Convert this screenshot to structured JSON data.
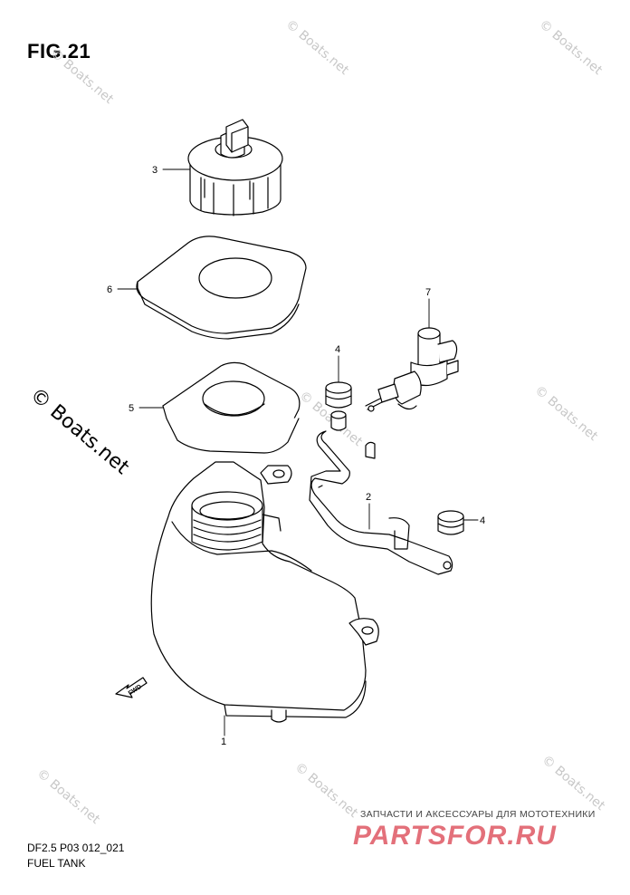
{
  "figure": {
    "title": "FIG.21",
    "code": "DF2.5 P03 012_021",
    "name": "FUEL TANK"
  },
  "parts": [
    {
      "ref": "1",
      "name": "fuel-tank"
    },
    {
      "ref": "2",
      "name": "fuel-tank-bracket"
    },
    {
      "ref": "3",
      "name": "fuel-tank-cap"
    },
    {
      "ref": "4",
      "name": "grommet"
    },
    {
      "ref": "5",
      "name": "cap-seat-cushion"
    },
    {
      "ref": "6",
      "name": "cap-gasket"
    },
    {
      "ref": "7",
      "name": "fuel-cock"
    }
  ],
  "callouts": {
    "c3": "3",
    "c6": "6",
    "c7": "7",
    "c4a": "4",
    "c5": "5",
    "c2": "2",
    "c4b": "4",
    "c1": "1"
  },
  "direction_arrow": "FWD",
  "watermarks": {
    "small": "© Boats.net",
    "large": "© Boats.net"
  },
  "shop": {
    "tagline": "ЗАПЧАСТИ И АКСЕССУАРЫ ДЛЯ МОТОТЕХНИКИ",
    "logo": "PARTSFOR.RU"
  },
  "colors": {
    "line": "#000000",
    "watermark": "#c8c8c8",
    "logo": "#e3707a"
  }
}
